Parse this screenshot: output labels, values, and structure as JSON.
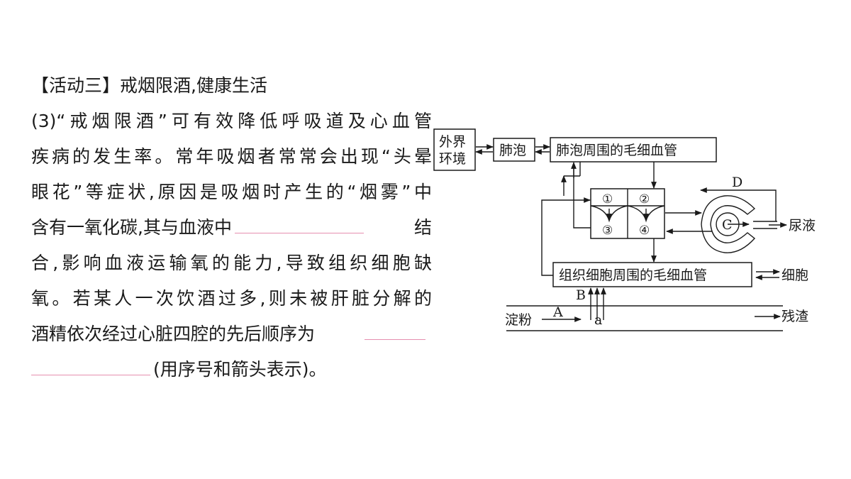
{
  "question": {
    "heading": "【活动三】戒烟限酒,健康生活",
    "line1": "(3)“戒烟限酒”可有效降低呼吸道及心血管",
    "line2": "疾病的发生率。常年吸烟者常常会出现“头晕",
    "line3": "眼花”等症状,原因是吸烟时产生的“烟雾”中",
    "line4_a": "含有一氧化碳,其与血液中",
    "line4_b": "结",
    "line5": "合,影响血液运输氧的能力,导致组织细胞缺",
    "line6": "氧。若某人一次饮酒过多,则未被肝脏分解的",
    "line7": "酒精依次经过心脏四腔的先后顺序为",
    "line8": "(用序号和箭头表示)。"
  },
  "diagram": {
    "external_env_1": "外界",
    "external_env_2": "环境",
    "alveoli": "肺泡",
    "alveolar_capillaries": "肺泡周围的毛细血管",
    "tissue_capillaries": "组织细胞周围的毛细血管",
    "tissue_cells": "细胞",
    "chamber_1": "①",
    "chamber_2": "②",
    "chamber_3": "③",
    "chamber_4": "④",
    "label_c": "C",
    "label_d": "D",
    "urine": "尿液",
    "label_b": "B",
    "label_a_upper": "A",
    "label_a_lower": "a",
    "starch": "淀粉",
    "residue": "残渣"
  }
}
